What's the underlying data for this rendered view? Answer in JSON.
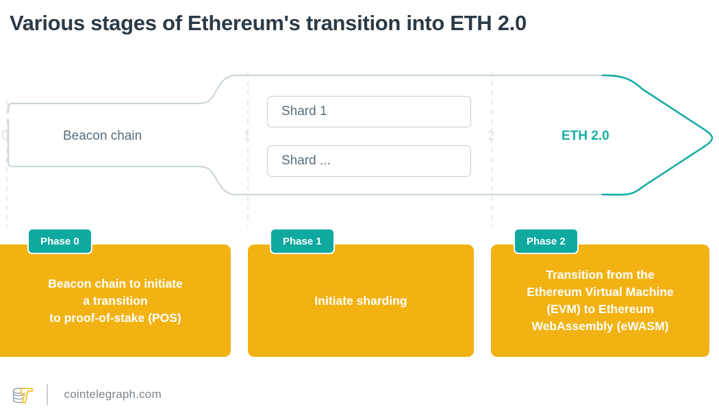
{
  "header": {
    "title": "Various stages of Ethereum's transition into ETH 2.0"
  },
  "diagram": {
    "ticks": [
      {
        "label": "0"
      },
      {
        "label": "1"
      },
      {
        "label": "2"
      }
    ],
    "stages": [
      {
        "name": "beacon-chain",
        "label": "Beacon chain"
      },
      {
        "name": "eth2",
        "label": "ETH 2.0"
      }
    ],
    "shards": [
      {
        "label": "Shard 1"
      },
      {
        "label": "Shard ..."
      }
    ],
    "colors": {
      "accent_teal": "#17ada4",
      "funnel_gray": "#ccd6dc",
      "tick_gray": "#dfe3e6",
      "label_gray": "#5b6b78"
    }
  },
  "phases": [
    {
      "badge": "Phase 0",
      "lines": [
        "Beacon chain to initiate",
        "a transition",
        "to proof-of-stake (POS)"
      ]
    },
    {
      "badge": "Phase 1",
      "lines": [
        "Initiate sharding"
      ]
    },
    {
      "badge": "Phase 2",
      "lines": [
        "Transition from the",
        "Ethereum Virtual Machine",
        "(EVM) to Ethereum",
        "WebAssembly (eWASM)"
      ]
    }
  ],
  "phase_colors": {
    "card_amber": "#f2b212",
    "badge_teal": "#0fa9a0",
    "card_text": "#ffffff"
  },
  "footer": {
    "brand": "cointelegraph.com",
    "logo_name": "cointelegraph-logo"
  }
}
